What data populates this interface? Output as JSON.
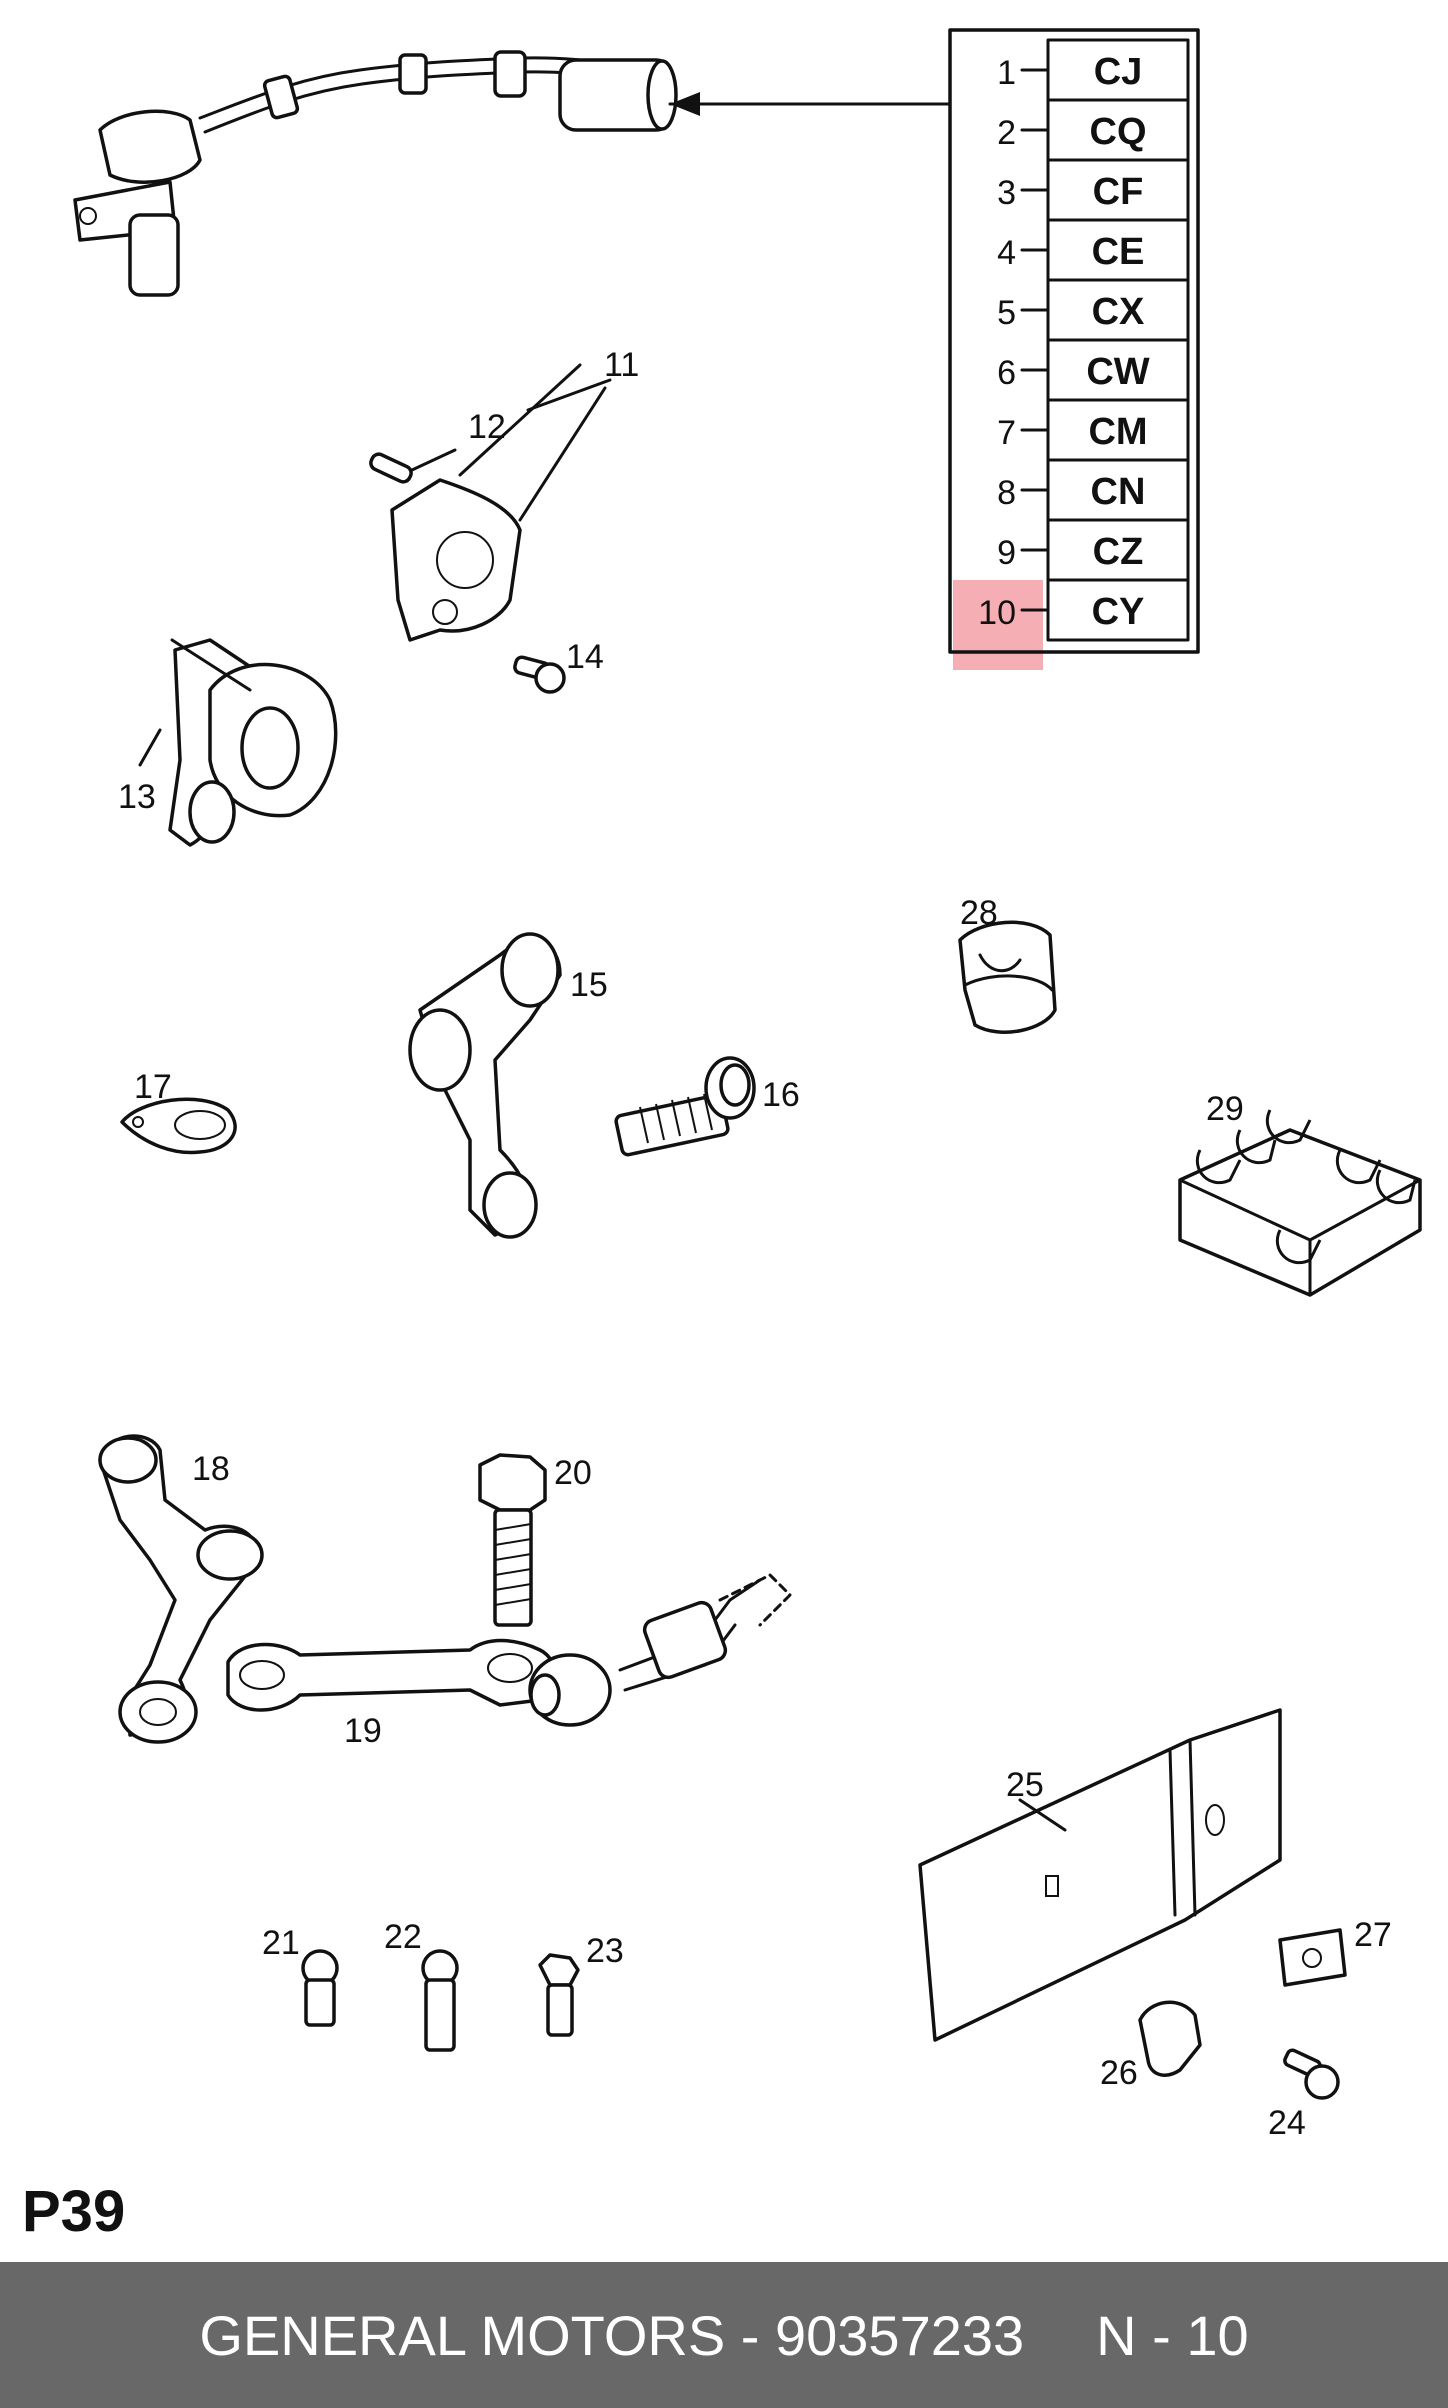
{
  "callouts": [
    "1",
    "2",
    "3",
    "4",
    "5",
    "6",
    "7",
    "8",
    "9",
    "10",
    "11",
    "12",
    "13",
    "14",
    "15",
    "16",
    "17",
    "18",
    "19",
    "20",
    "21",
    "22",
    "23",
    "24",
    "25",
    "26",
    "27",
    "28",
    "29"
  ],
  "variant_table": {
    "rows": [
      {
        "num": "1",
        "code": "CJ"
      },
      {
        "num": "2",
        "code": "CQ"
      },
      {
        "num": "3",
        "code": "CF"
      },
      {
        "num": "4",
        "code": "CE"
      },
      {
        "num": "5",
        "code": "CX"
      },
      {
        "num": "6",
        "code": "CW"
      },
      {
        "num": "7",
        "code": "CM"
      },
      {
        "num": "8",
        "code": "CN"
      },
      {
        "num": "9",
        "code": "CZ"
      },
      {
        "num": "10",
        "code": "CY"
      }
    ],
    "highlighted_row": 10,
    "highlight_color": "#f4a0a8"
  },
  "page_code": "P39",
  "footer": {
    "brand_part": "GENERAL MOTORS - 90357233",
    "position": "N - 10",
    "background": "#686868",
    "text_color": "#ffffff"
  }
}
